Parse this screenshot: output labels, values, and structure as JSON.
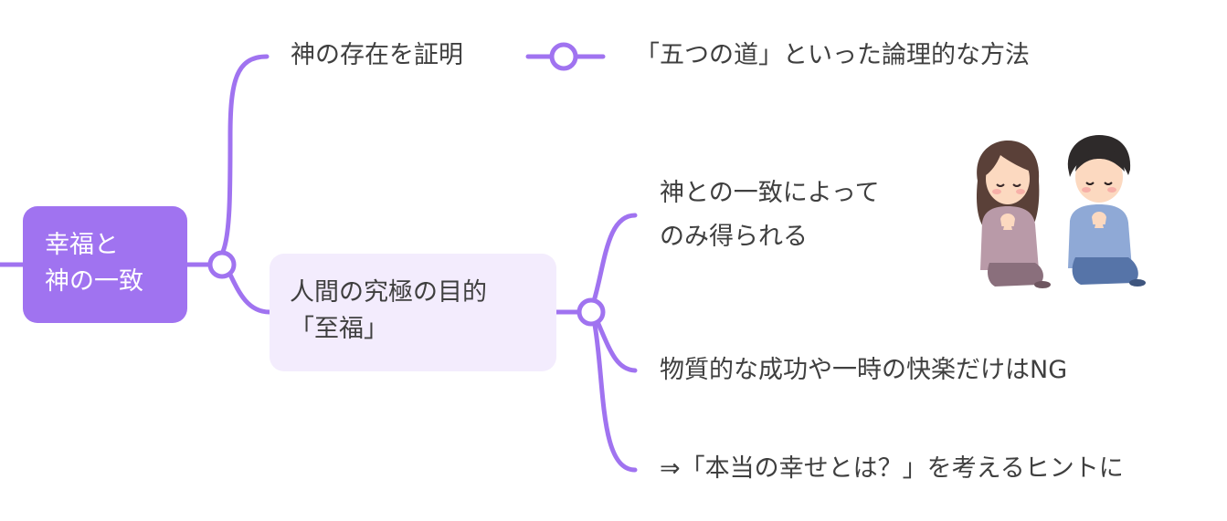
{
  "mindmap": {
    "root": {
      "line1": "幸福と",
      "line2": "神の一致"
    },
    "branch_proof": {
      "label": "神の存在を証明",
      "child": "「五つの道」といった論理的な方法"
    },
    "branch_purpose": {
      "line1": "人間の究極の目的",
      "line2": "「至福」",
      "children": [
        {
          "line1": "神との一致によって",
          "line2": "のみ得られる"
        },
        {
          "text": "物質的な成功や一時の快楽だけはNG"
        },
        {
          "text": "⇒「本当の幸せとは？」を考えるヒントに"
        }
      ]
    }
  },
  "colors": {
    "accent": "#a073f0",
    "accent_light": "#f3ecfd",
    "text": "#3f3f3f"
  },
  "icons": [
    "praying-woman-illustration",
    "praying-man-illustration"
  ]
}
